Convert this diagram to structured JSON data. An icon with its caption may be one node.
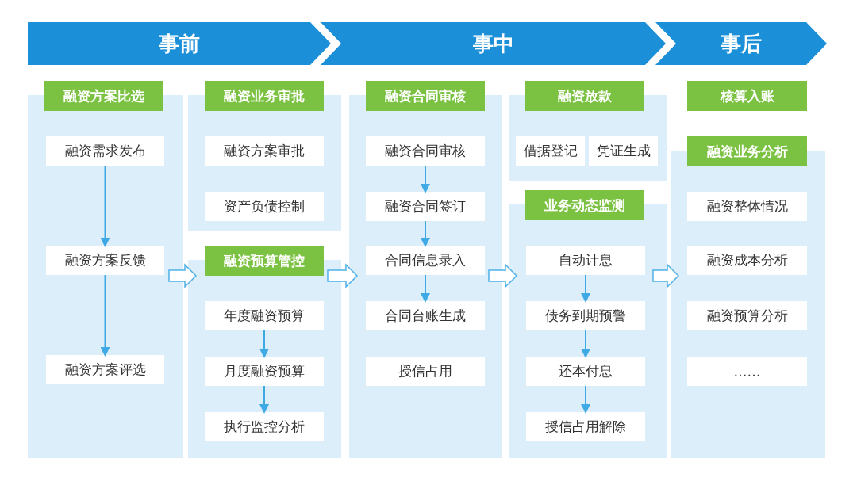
{
  "diagram": {
    "nodes": [
      {
        "text": [
          "事前"
        ]
      },
      {
        "text": [
          "事中"
        ]
      },
      {
        "text": [
          "事后"
        ]
      },
      {
        "text": [
          "融资方案比选"
        ]
      },
      {
        "text": [],
        "shape": "box"
      },
      {
        "text": [
          "融资需求发布"
        ],
        "in": 4
      },
      {
        "text": [
          "融资方案反馈"
        ],
        "in": 4
      },
      {
        "text": [
          "融资方案评选"
        ],
        "in": 4
      },
      {
        "text": [
          "融资业务审批"
        ]
      },
      {
        "text": [],
        "shape": "box"
      },
      {
        "text": [
          "融资方案审批"
        ],
        "in": 9
      },
      {
        "text": [
          "资产负债控制"
        ],
        "in": 9
      },
      {
        "text": [
          "融资预算管控"
        ]
      },
      {
        "text": [],
        "shape": "box"
      },
      {
        "text": [
          "年度融资预算"
        ],
        "in": 13
      },
      {
        "text": [
          "月度融资预算"
        ],
        "in": 13
      },
      {
        "text": [
          "执行监控分析"
        ],
        "in": 13
      },
      {
        "text": [
          "融资合同审核"
        ]
      },
      {
        "text": [],
        "shape": "box"
      },
      {
        "text": [
          "融资合同审核"
        ],
        "in": 18
      },
      {
        "text": [
          "融资合同签订"
        ],
        "in": 18
      },
      {
        "text": [
          "合同信息录入"
        ],
        "in": 18
      },
      {
        "text": [
          "合同台账生成"
        ],
        "in": 18
      },
      {
        "text": [
          "授信占用"
        ],
        "in": 18
      },
      {
        "text": [
          "融资放款"
        ]
      },
      {
        "text": [],
        "shape": "box"
      },
      {
        "text": [
          "借据登记"
        ],
        "in": 25
      },
      {
        "text": [
          "凭证生成"
        ],
        "in": 25
      },
      {
        "text": [
          "业务动态监测"
        ]
      },
      {
        "text": [],
        "shape": "box"
      },
      {
        "text": [
          "自动计息"
        ],
        "in": 29
      },
      {
        "text": [
          "债务到期预警"
        ],
        "in": 29
      },
      {
        "text": [
          "还本付息"
        ],
        "in": 29
      },
      {
        "text": [
          "授信占用解除"
        ],
        "in": 29
      },
      {
        "text": [
          "核算入账"
        ]
      },
      {
        "text": [
          "融资业务分析"
        ]
      },
      {
        "text": [],
        "shape": "box"
      },
      {
        "text": [
          "融资整体情况"
        ],
        "in": 36
      },
      {
        "text": [
          "融资成本分析"
        ],
        "in": 36
      },
      {
        "text": [
          "融资预算分析"
        ],
        "in": 36
      },
      {
        "text": [
          "……"
        ],
        "in": 36
      }
    ],
    "edges": [
      {
        "from": 5,
        "to": 6,
        "arrow": "to"
      },
      {
        "from": 6,
        "to": 7,
        "arrow": "to"
      },
      {
        "from": 14,
        "to": 15,
        "arrow": "to"
      },
      {
        "from": 15,
        "to": 16,
        "arrow": "to"
      },
      {
        "from": 19,
        "to": 20,
        "arrow": "to"
      },
      {
        "from": 20,
        "to": 21,
        "arrow": "to"
      },
      {
        "from": 21,
        "to": 22,
        "arrow": "to"
      },
      {
        "from": 30,
        "to": 31,
        "arrow": "to"
      },
      {
        "from": 31,
        "to": 32,
        "arrow": "to"
      },
      {
        "from": 32,
        "to": 33,
        "arrow": "to"
      },
      {
        "from": 4,
        "to": 13,
        "arrow": "to",
        "style": "thick"
      },
      {
        "from": 13,
        "to": 18,
        "arrow": "to",
        "style": "thick"
      },
      {
        "from": 18,
        "to": 29,
        "arrow": "to",
        "style": "thick"
      },
      {
        "from": 29,
        "to": 36,
        "arrow": "to",
        "style": "thick"
      }
    ]
  }
}
